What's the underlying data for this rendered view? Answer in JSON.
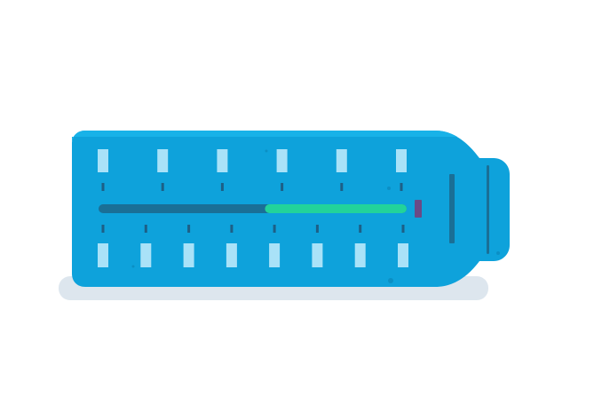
{
  "illustration": {
    "subject": "bottle-thermometer",
    "colors": {
      "body": "#0ea2db",
      "body_top": "#18b2e8",
      "body_texture": "#0b8fc4",
      "tick_marks": "#a9e2f8",
      "small_ticks": "#1d5f86",
      "track": "#1a6f96",
      "fill": "#22d39a",
      "marker": "#6a4a86",
      "shadow": "#dde6ee",
      "neck_detail": "#1a6f96"
    },
    "level": {
      "fill_start_fraction": 0.54,
      "fill_end_fraction": 1.0
    },
    "tick_rows": {
      "top_count": 6,
      "bottom_count": 8
    }
  }
}
